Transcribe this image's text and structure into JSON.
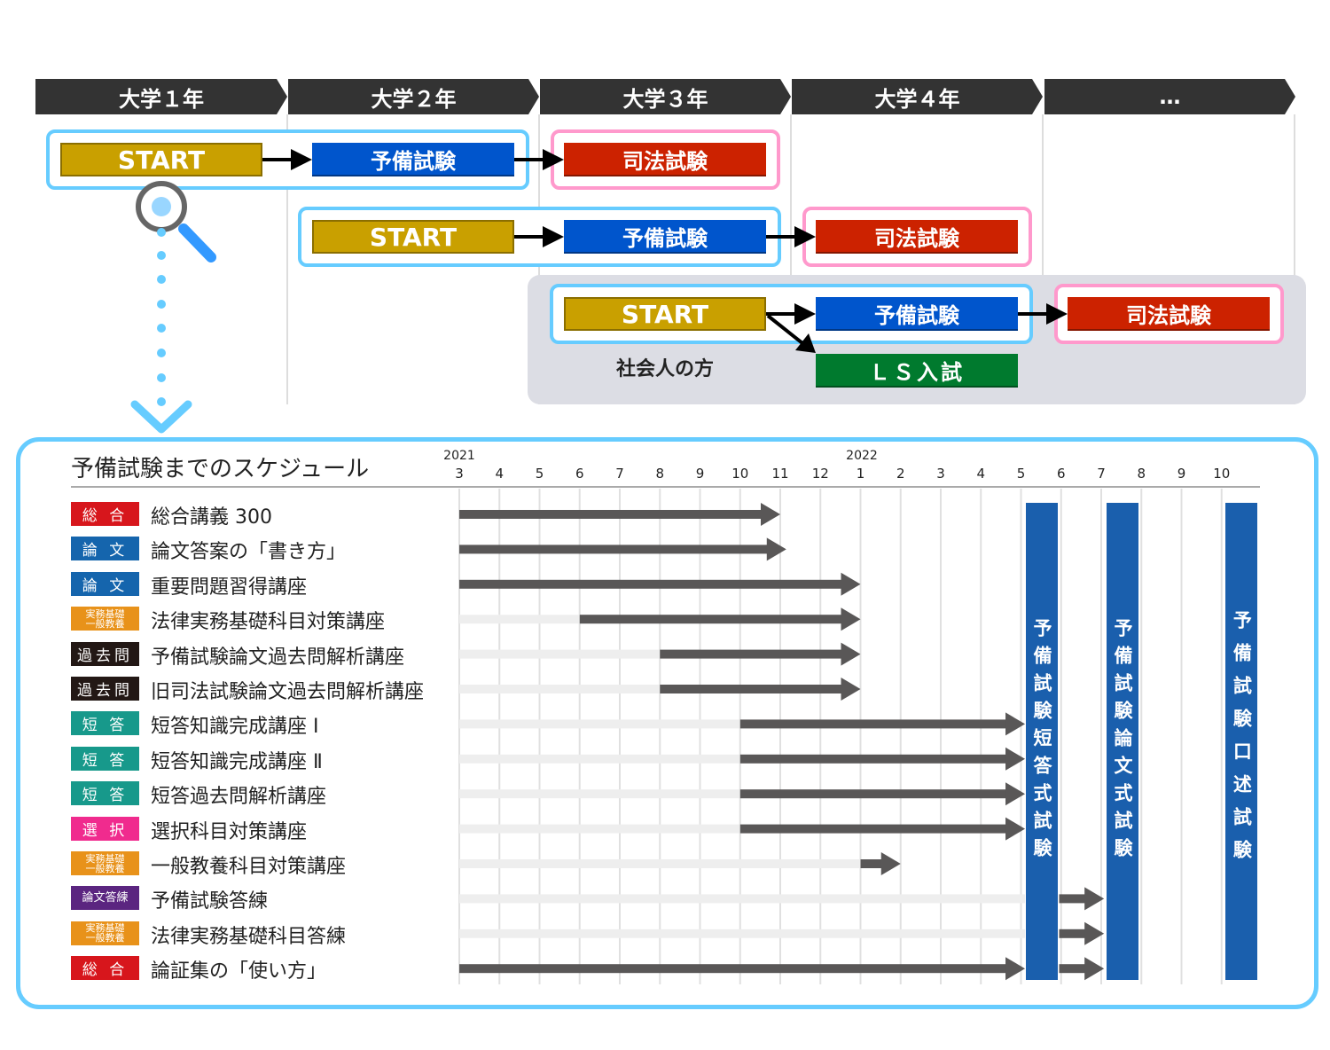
{
  "timeline": {
    "years": [
      "大学１年",
      "大学２年",
      "大学３年",
      "大学４年",
      "…"
    ],
    "rows": [
      {
        "start": "START",
        "yobi": "予備試験",
        "shiho": "司法試験"
      },
      {
        "start": "START",
        "yobi": "予備試験",
        "shiho": "司法試験"
      },
      {
        "start": "START",
        "yobi": "予備試験",
        "shiho": "司法試験",
        "ls": "ＬＳ入試",
        "note": "社会人の方"
      }
    ]
  },
  "schedule": {
    "title": "予備試験までのスケジュール",
    "year_labels": [
      "2021",
      "2022"
    ],
    "months": [
      "3",
      "4",
      "5",
      "6",
      "7",
      "8",
      "9",
      "10",
      "11",
      "12",
      "1",
      "2",
      "3",
      "4",
      "5",
      "6",
      "7",
      "8",
      "9",
      "10"
    ],
    "tag_colors": {
      "総合": "#d7161c",
      "論文": "#1565ad",
      "実務": "#e8921a",
      "過去問": "#231815",
      "短答": "#17998b",
      "選択": "#f02b8e",
      "論文答練": "#5b2580"
    },
    "courses": [
      {
        "tag": "総 合",
        "tag_type": "総合",
        "name": "総合講義 300",
        "light": null,
        "dark": [
          [
            0,
            8
          ]
        ]
      },
      {
        "tag": "論 文",
        "tag_type": "論文",
        "name": "論文答案の「書き方」",
        "light": null,
        "dark": [
          [
            0,
            8.15
          ]
        ]
      },
      {
        "tag": "論 文",
        "tag_type": "論文",
        "name": "重要問題習得講座",
        "light": null,
        "dark": [
          [
            0,
            10
          ]
        ]
      },
      {
        "tag": "実務基礎\n一般教養",
        "tag_type": "実務",
        "name": "法律実務基礎科目対策講座",
        "light": [
          0,
          3
        ],
        "dark": [
          [
            3,
            10
          ]
        ]
      },
      {
        "tag": "過去問",
        "tag_type": "過去問",
        "name": "予備試験論文過去問解析講座",
        "light": [
          0,
          5
        ],
        "dark": [
          [
            5,
            10
          ]
        ]
      },
      {
        "tag": "過去問",
        "tag_type": "過去問",
        "name": "旧司法試験論文過去問解析講座",
        "light": [
          0,
          5
        ],
        "dark": [
          [
            5,
            10
          ]
        ]
      },
      {
        "tag": "短 答",
        "tag_type": "短答",
        "name": "短答知識完成講座 Ⅰ",
        "light": [
          0,
          7
        ],
        "dark": [
          [
            7,
            14.1
          ]
        ]
      },
      {
        "tag": "短 答",
        "tag_type": "短答",
        "name": "短答知識完成講座 Ⅱ",
        "light": [
          0,
          7
        ],
        "dark": [
          [
            7,
            14.1
          ]
        ]
      },
      {
        "tag": "短 答",
        "tag_type": "短答",
        "name": "短答過去問解析講座",
        "light": [
          0,
          7
        ],
        "dark": [
          [
            7,
            14.1
          ]
        ]
      },
      {
        "tag": "選 択",
        "tag_type": "選択",
        "name": "選択科目対策講座",
        "light": [
          0,
          7
        ],
        "dark": [
          [
            7,
            14.1
          ]
        ]
      },
      {
        "tag": "実務基礎\n一般教養",
        "tag_type": "実務",
        "name": "一般教養科目対策講座",
        "light": [
          0,
          10
        ],
        "dark": [
          [
            10,
            11
          ]
        ]
      },
      {
        "tag": "論文答練",
        "tag_type": "論文答練",
        "name": "予備試験答練",
        "light": [
          0,
          14.1
        ],
        "dark": [
          [
            14.95,
            16.07
          ]
        ]
      },
      {
        "tag": "実務基礎\n一般教養",
        "tag_type": "実務",
        "name": "法律実務基礎科目答練",
        "light": [
          0,
          14.1
        ],
        "dark": [
          [
            14.95,
            16.07
          ]
        ]
      },
      {
        "tag": "総 合",
        "tag_type": "総合",
        "name": "論証集の「使い方」",
        "light": null,
        "dark": [
          [
            0,
            14.1
          ],
          [
            14.95,
            16.07
          ]
        ]
      }
    ],
    "exams": [
      {
        "label": "予備試験短答式試験",
        "month_index": [
          14.12,
          14.92
        ]
      },
      {
        "label": "予備試験論文式試験",
        "month_index": [
          16.13,
          16.93
        ]
      },
      {
        "label": "予備試験口述試験",
        "month_index": [
          19.1,
          19.9
        ]
      }
    ]
  }
}
